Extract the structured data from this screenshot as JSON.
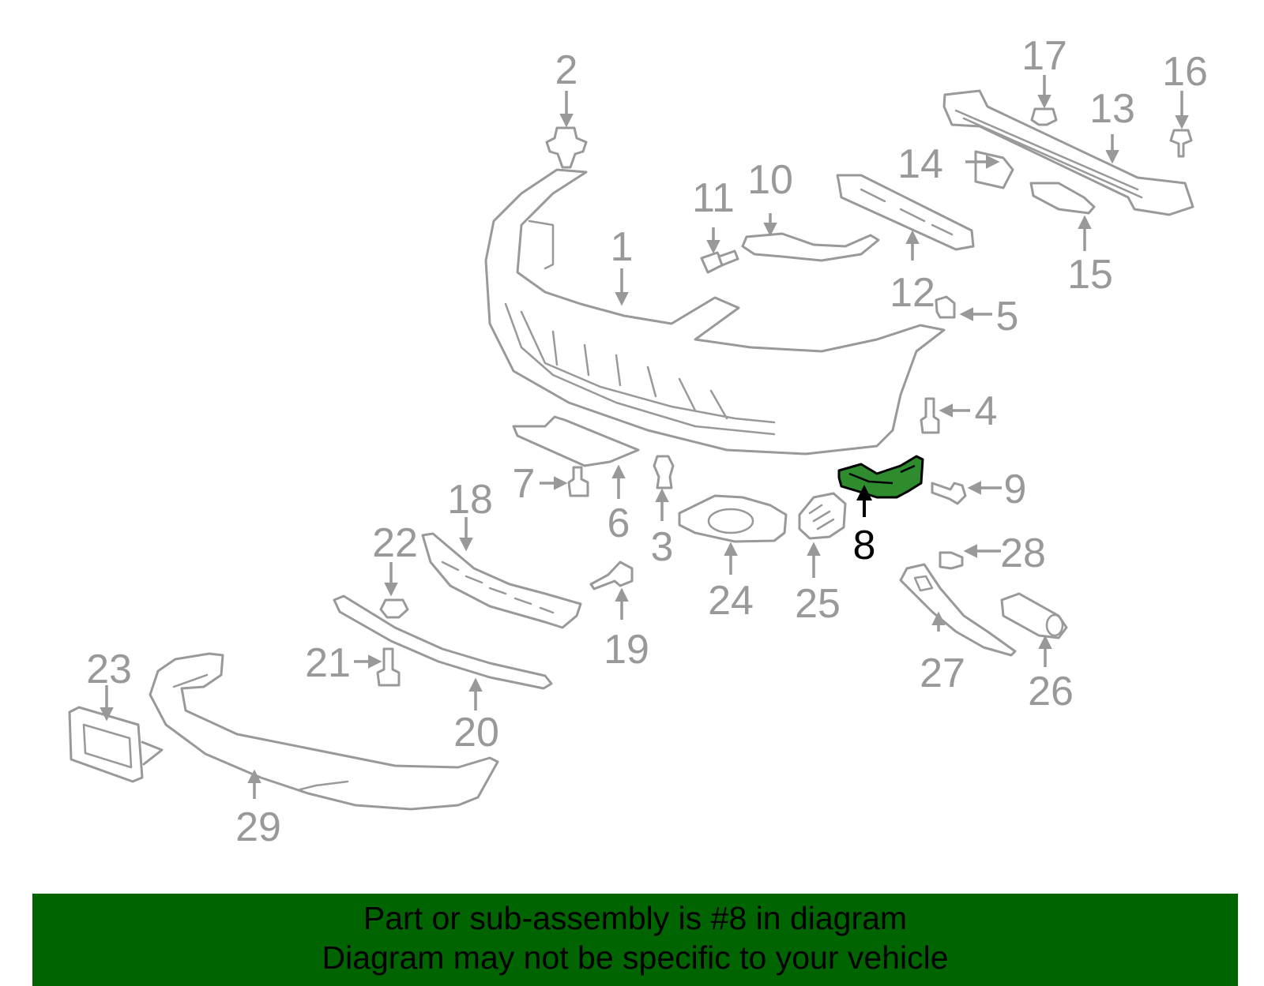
{
  "diagram": {
    "highlighted_part": "8",
    "highlight_color": "#2e8b2e",
    "callouts": [
      "1",
      "2",
      "3",
      "4",
      "5",
      "6",
      "7",
      "8",
      "9",
      "10",
      "11",
      "12",
      "13",
      "14",
      "15",
      "16",
      "17",
      "18",
      "19",
      "20",
      "21",
      "22",
      "23",
      "24",
      "25",
      "26",
      "27",
      "28",
      "29"
    ]
  },
  "banner": {
    "line1": "Part or sub-assembly is #8 in diagram",
    "line2": "Diagram may not be specific to your vehicle",
    "background": "#006400"
  }
}
